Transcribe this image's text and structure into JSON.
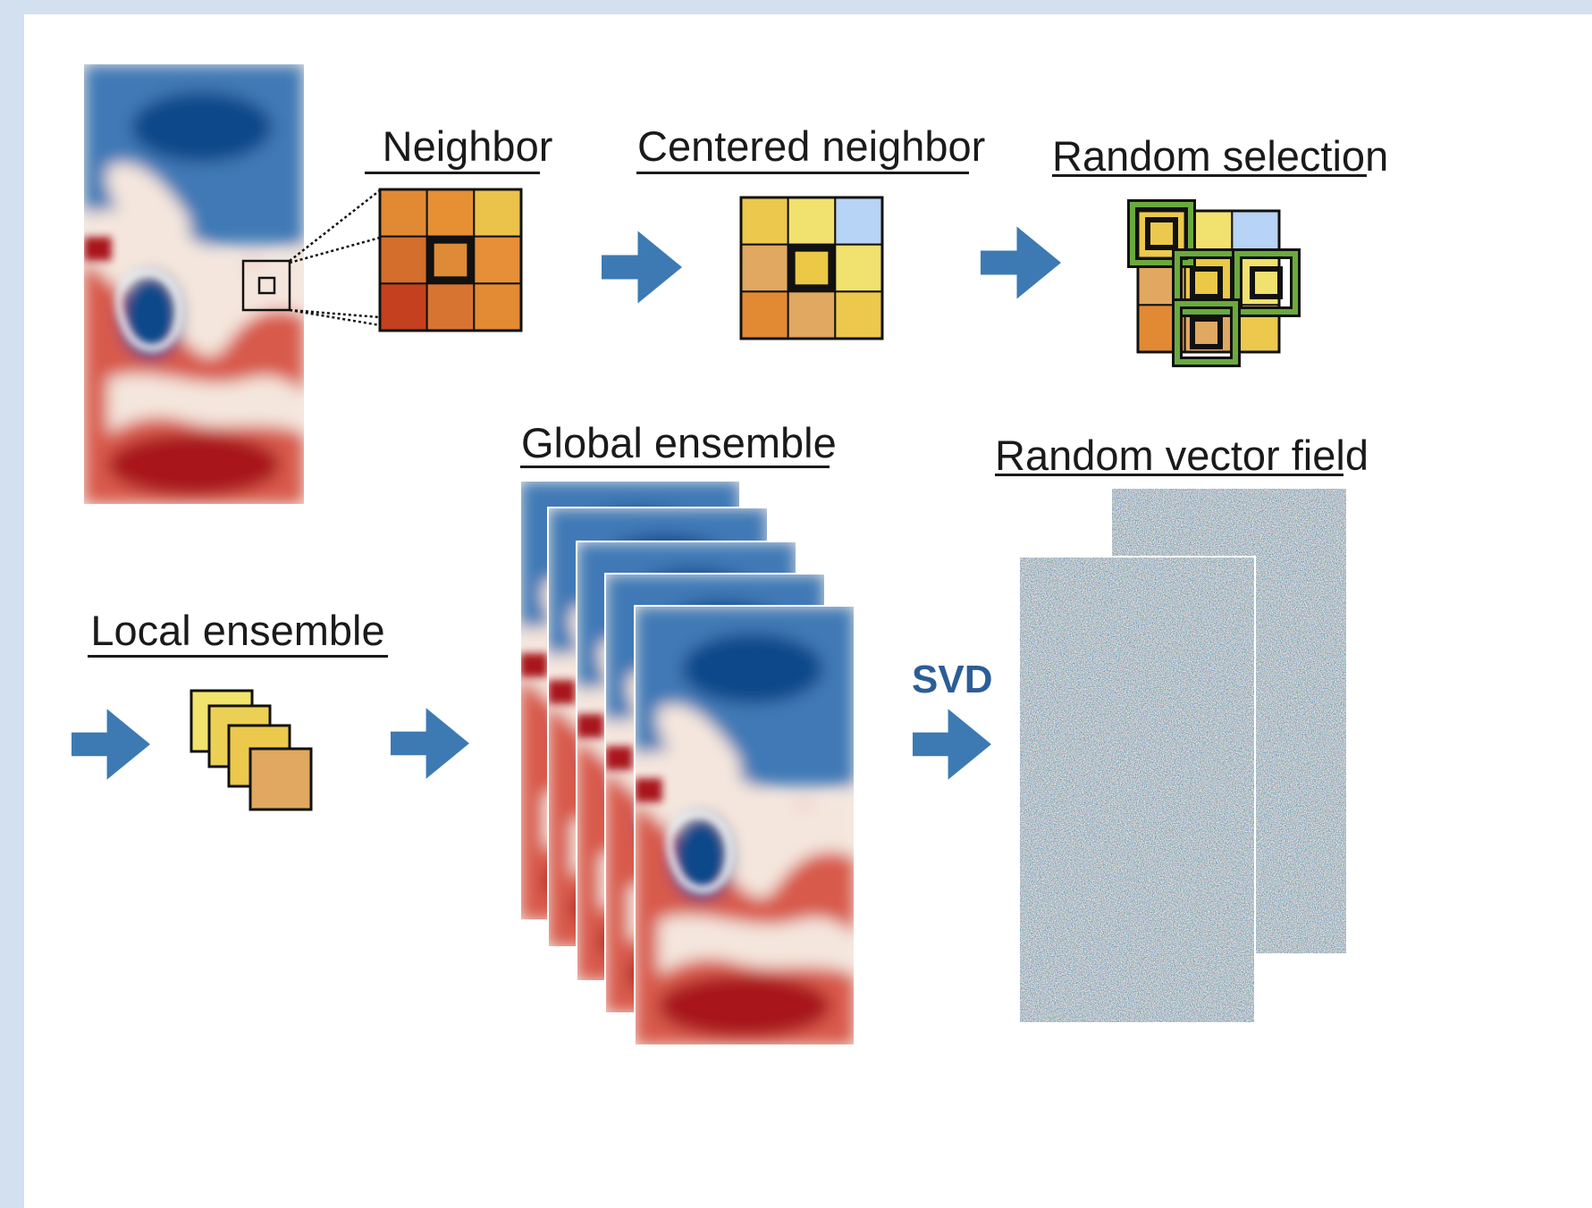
{
  "labels": {
    "neighbor": "Neighbor",
    "centered_neighbor": "Centered neighbor",
    "random_selection": "Random selection",
    "global_ensemble": "Global ensemble",
    "random_vector_field": "Random vector field",
    "local_ensemble": "Local ensemble",
    "svd": "SVD"
  },
  "colors": {
    "arrow": "#3d7ab3",
    "field_blue_dark": "#0f4a8a",
    "field_red_dark": "#a8131d",
    "field_light": "#f5ece6",
    "selection_green": "#6aaa3c",
    "neighbor_cells": [
      "#e28a33",
      "#e68f33",
      "#ebc24a",
      "#d36e2c",
      "#df8a36",
      "#e68f38",
      "#c5401e",
      "#d87432",
      "#e38a34"
    ],
    "centered_cells": [
      "#ecc94c",
      "#f1e16e",
      "#b7d3f5",
      "#e0a861",
      "#ebc846",
      "#f1e16e",
      "#e28a33",
      "#e0a861",
      "#ecc94c"
    ],
    "random_cells": [
      "#ecc94c",
      "#f1e16e",
      "#b7d3f5",
      "#e0a861",
      "#ebc846",
      "#f1e16e",
      "#e28a33",
      "#e0a861",
      "#ecc94c"
    ],
    "local_ensemble_squares": [
      "#f2e36e",
      "#ecd055",
      "#ecc94c",
      "#e0a861"
    ]
  },
  "icons": {
    "flow_arrow": "right-arrow-icon"
  }
}
